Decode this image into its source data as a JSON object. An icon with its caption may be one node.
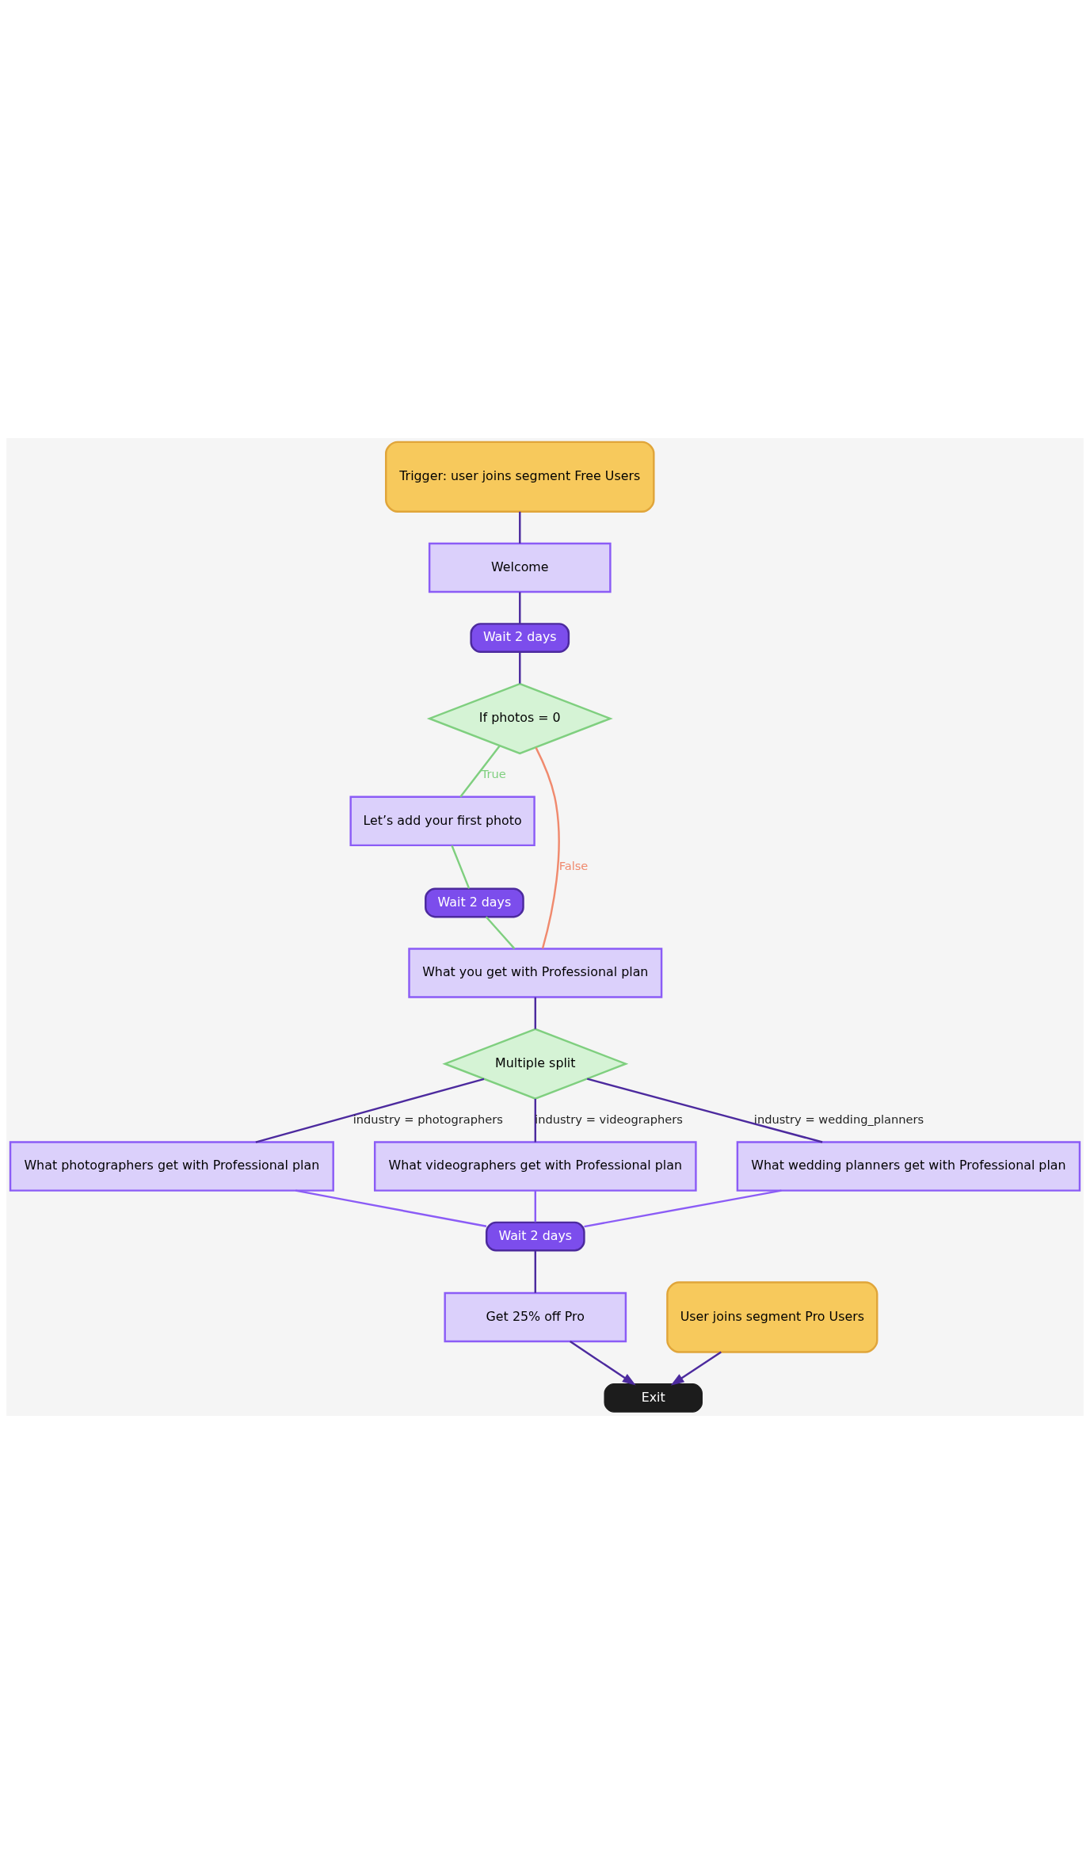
{
  "diagram": {
    "nodes": [
      {
        "text": [
          "Trigger: user joins segment Free Users"
        ]
      },
      {
        "text": [
          "Welcome"
        ]
      },
      {
        "text": [
          "Wait 2 days"
        ]
      },
      {
        "text": [
          "If photos = 0"
        ]
      },
      {
        "text": [
          "Let’s add your first photo"
        ]
      },
      {
        "text": [
          "Wait 2 days"
        ]
      },
      {
        "text": [
          "What you get with Professional plan"
        ]
      },
      {
        "text": [
          "Multiple split"
        ]
      },
      {
        "text": [
          "What photographers get with Professional plan"
        ]
      },
      {
        "text": [
          "What videographers get with Professional plan"
        ]
      },
      {
        "text": [
          "What wedding planners get with Professional plan"
        ]
      },
      {
        "text": [
          "Wait 2 days"
        ]
      },
      {
        "text": [
          "Get 25% off Pro"
        ]
      },
      {
        "text": [
          "User joins segment Pro Users"
        ]
      },
      {
        "text": [
          "Exit"
        ]
      }
    ],
    "edges": [
      {
        "from": 0,
        "to": 1,
        "arrow": "none"
      },
      {
        "from": 1,
        "to": 2,
        "arrow": "none"
      },
      {
        "from": 2,
        "to": 3,
        "arrow": "none"
      },
      {
        "from": 3,
        "to": 4,
        "arrow": "none",
        "label": "True",
        "color": "#7fcf7f"
      },
      {
        "from": 4,
        "to": 5,
        "arrow": "none",
        "color": "#7fcf7f"
      },
      {
        "from": 5,
        "to": 6,
        "arrow": "none",
        "color": "#7fcf7f"
      },
      {
        "from": 3,
        "to": 6,
        "arrow": "none",
        "label": "False",
        "color": "#f08a6e"
      },
      {
        "from": 6,
        "to": 7,
        "arrow": "none"
      },
      {
        "from": 7,
        "to": 8,
        "arrow": "none",
        "label": "industry = photographers"
      },
      {
        "from": 7,
        "to": 9,
        "arrow": "none",
        "label": "industry = videographers"
      },
      {
        "from": 7,
        "to": 10,
        "arrow": "none",
        "label": "industry = wedding_planners"
      },
      {
        "from": 8,
        "to": 11,
        "arrow": "none",
        "color": "#8b5cf6"
      },
      {
        "from": 9,
        "to": 11,
        "arrow": "none",
        "color": "#8b5cf6"
      },
      {
        "from": 10,
        "to": 11,
        "arrow": "none",
        "color": "#8b5cf6"
      },
      {
        "from": 11,
        "to": 12,
        "arrow": "none"
      },
      {
        "from": 12,
        "to": 14,
        "arrow": "to"
      },
      {
        "from": 13,
        "to": 14,
        "arrow": "to"
      }
    ]
  }
}
